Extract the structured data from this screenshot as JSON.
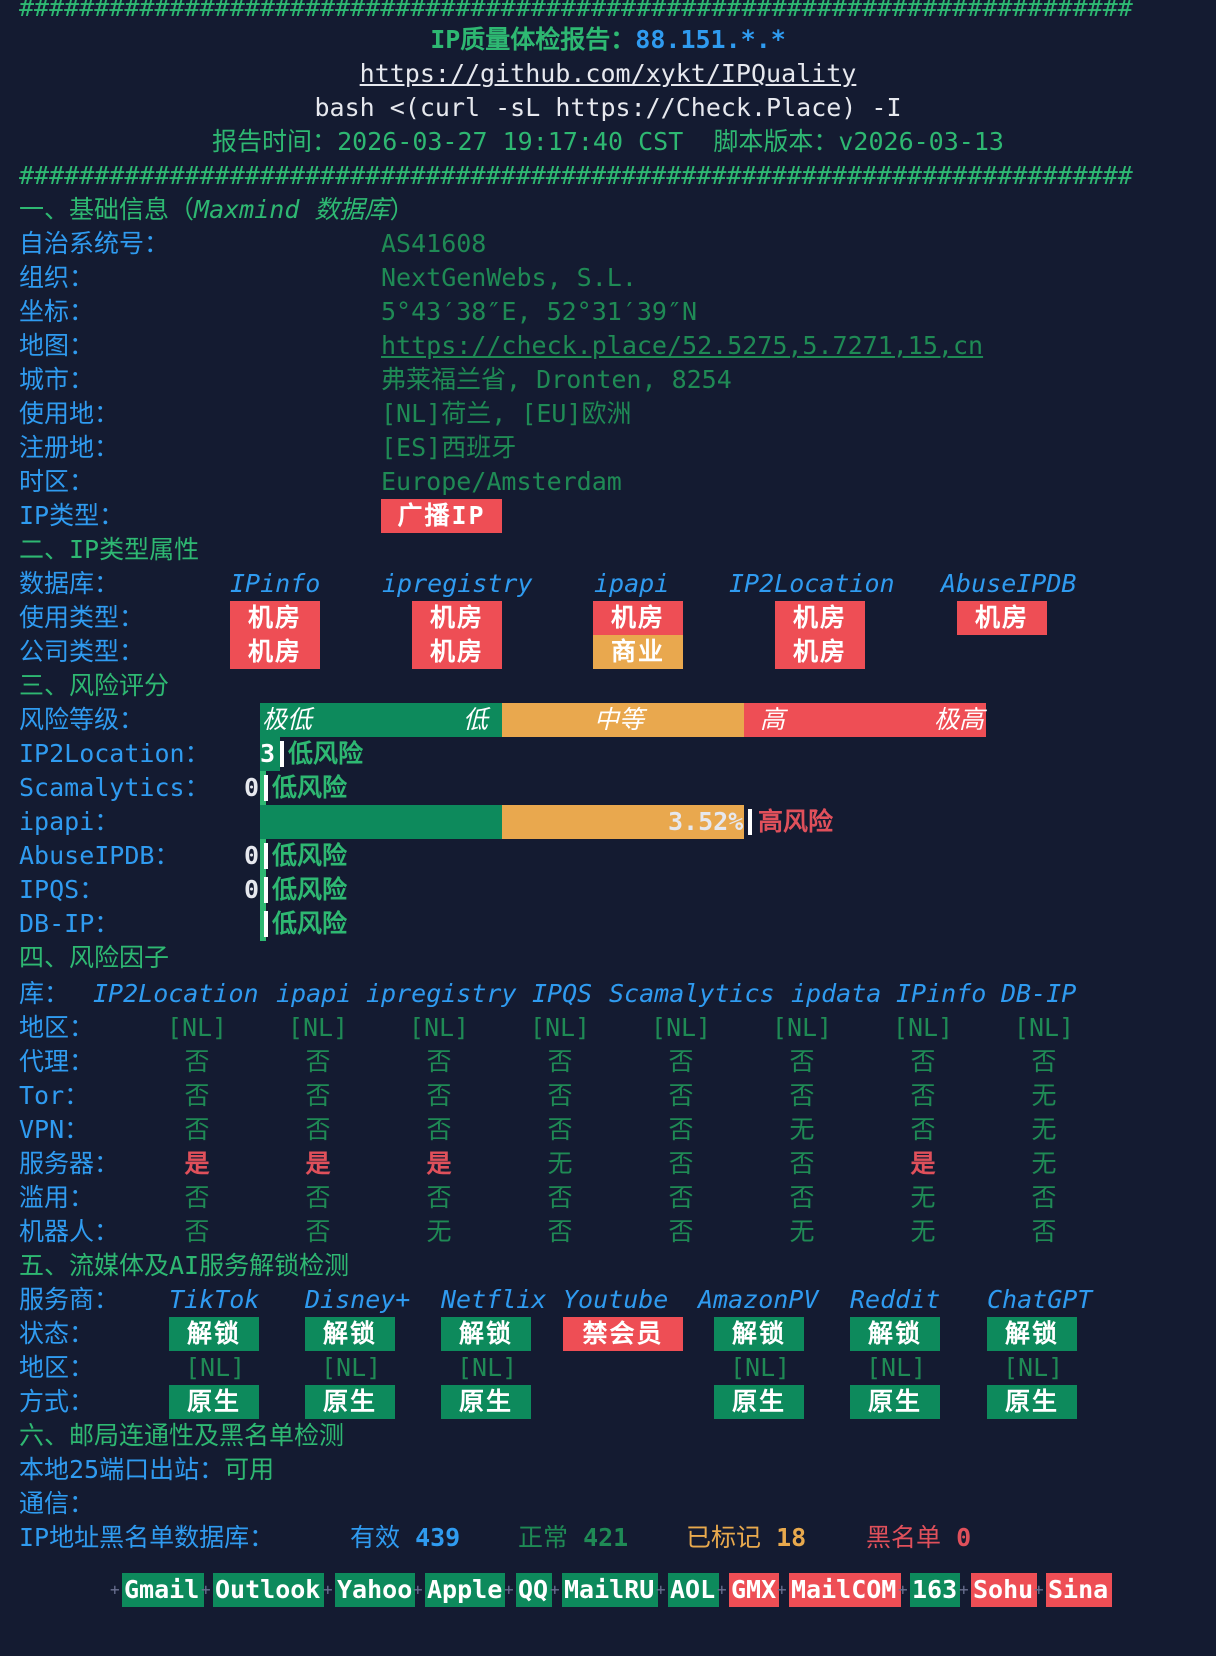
{
  "hash_line": "##########################################################################",
  "header": {
    "title_prefix": "IP质量体检报告：",
    "ip": "88.151.*.*",
    "repo_url": "https://github.com/xykt/IPQuality",
    "command": "bash <(curl -sL https://Check.Place) -I",
    "time_label": "报告时间：",
    "time_value": "2026-03-27 19:17:40 CST",
    "version_label": "脚本版本：",
    "version_value": "v2026-03-13"
  },
  "basic": {
    "heading_prefix": "一、基础信息（",
    "heading_db": "Maxmind 数据库",
    "heading_suffix": "）",
    "rows": [
      {
        "label": "自治系统号：",
        "value": "AS41608"
      },
      {
        "label": "组织：",
        "value": "NextGenWebs, S.L."
      },
      {
        "label": "坐标：",
        "value": "5°43′38″E, 52°31′39″N"
      },
      {
        "label": "地图：",
        "value": "https://check.place/52.5275,5.7271,15,cn"
      },
      {
        "label": "城市：",
        "value": "弗莱福兰省, Dronten, 8254"
      },
      {
        "label": "使用地：",
        "value": "[NL]荷兰, [EU]欧洲"
      },
      {
        "label": "注册地：",
        "value": "[ES]西班牙"
      },
      {
        "label": "时区：",
        "value": "Europe/Amsterdam"
      }
    ],
    "ip_type_label": "IP类型：",
    "ip_type_value": "广播IP"
  },
  "types": {
    "heading": "二、IP类型属性",
    "db_label": "数据库：",
    "usage_label": "使用类型：",
    "company_label": "公司类型：",
    "dbs": [
      "IPinfo",
      "ipregistry",
      "ipapi",
      "IP2Location",
      "AbuseIPDB"
    ],
    "usage": [
      "机房",
      "机房",
      "机房",
      "机房",
      "机房"
    ],
    "company": [
      "机房",
      "机房",
      "商业",
      "机房",
      ""
    ]
  },
  "risk": {
    "heading": "三、风险评分",
    "level_label": "风险等级：",
    "scale": {
      "very_low": "极低",
      "low": "低",
      "medium": "中等",
      "high": "高",
      "very_high": "极高"
    },
    "rows": [
      {
        "label": "IP2Location：",
        "score": "3",
        "result": "低风险"
      },
      {
        "label": "Scamalytics：",
        "score": "0",
        "result": "低风险"
      },
      {
        "label": "ipapi：",
        "score": "3.52%",
        "result": "高风险"
      },
      {
        "label": "AbuseIPDB：",
        "score": "0",
        "result": "低风险"
      },
      {
        "label": "IPQS：",
        "score": "0",
        "result": "低风险"
      },
      {
        "label": "DB-IP：",
        "score": "",
        "result": "低风险"
      }
    ]
  },
  "factors": {
    "heading": "四、风险因子",
    "lib_label": "库：",
    "libs": [
      "IP2Location",
      "ipapi",
      "ipregistry",
      "IPQS",
      "Scamalytics",
      "ipdata",
      "IPinfo",
      "DB-IP"
    ],
    "rows": [
      {
        "label": "地区：",
        "values": [
          "[NL]",
          "[NL]",
          "[NL]",
          "[NL]",
          "[NL]",
          "[NL]",
          "[NL]",
          "[NL]"
        ]
      },
      {
        "label": "代理：",
        "values": [
          "否",
          "否",
          "否",
          "否",
          "否",
          "否",
          "否",
          "否"
        ]
      },
      {
        "label": "Tor：",
        "values": [
          "否",
          "否",
          "否",
          "否",
          "否",
          "否",
          "否",
          "无"
        ]
      },
      {
        "label": "VPN：",
        "values": [
          "否",
          "否",
          "否",
          "否",
          "否",
          "无",
          "否",
          "无"
        ]
      },
      {
        "label": "服务器：",
        "values": [
          "是",
          "是",
          "是",
          "无",
          "否",
          "否",
          "是",
          "无"
        ]
      },
      {
        "label": "滥用：",
        "values": [
          "否",
          "否",
          "否",
          "否",
          "否",
          "否",
          "无",
          "否"
        ]
      },
      {
        "label": "机器人：",
        "values": [
          "否",
          "否",
          "无",
          "否",
          "否",
          "无",
          "无",
          "否"
        ]
      }
    ]
  },
  "streaming": {
    "heading": "五、流媒体及AI服务解锁检测",
    "provider_label": "服务商：",
    "status_label": "状态：",
    "region_label": "地区：",
    "method_label": "方式：",
    "services": [
      {
        "name": "TikTok",
        "status": "解锁",
        "region": "[NL]",
        "method": "原生"
      },
      {
        "name": "Disney+",
        "status": "解锁",
        "region": "[NL]",
        "method": "原生"
      },
      {
        "name": "Netflix",
        "status": "解锁",
        "region": "[NL]",
        "method": "原生"
      },
      {
        "name": "Youtube",
        "status": "禁会员",
        "region": "",
        "method": ""
      },
      {
        "name": "AmazonPV",
        "status": "解锁",
        "region": "[NL]",
        "method": "原生"
      },
      {
        "name": "Reddit",
        "status": "解锁",
        "region": "[NL]",
        "method": "原生"
      },
      {
        "name": "ChatGPT",
        "status": "解锁",
        "region": "[NL]",
        "method": "原生"
      }
    ]
  },
  "mail": {
    "heading": "六、邮局连通性及黑名单检测",
    "port_label": "本地25端口出站：",
    "port_value": "可用",
    "comm_label": "通信：",
    "providers": [
      "Gmail",
      "Outlook",
      "Yahoo",
      "Apple",
      "QQ",
      "MailRU",
      "AOL",
      "GMX",
      "MailCOM",
      "163",
      "Sohu",
      "Sina"
    ],
    "blacklist_label": "IP地址黑名单数据库：",
    "valid_label": "有效",
    "valid_value": "439",
    "normal_label": "正常",
    "normal_value": "421",
    "marked_label": "已标记",
    "marked_value": "18",
    "black_label": "黑名单",
    "black_value": "0"
  }
}
